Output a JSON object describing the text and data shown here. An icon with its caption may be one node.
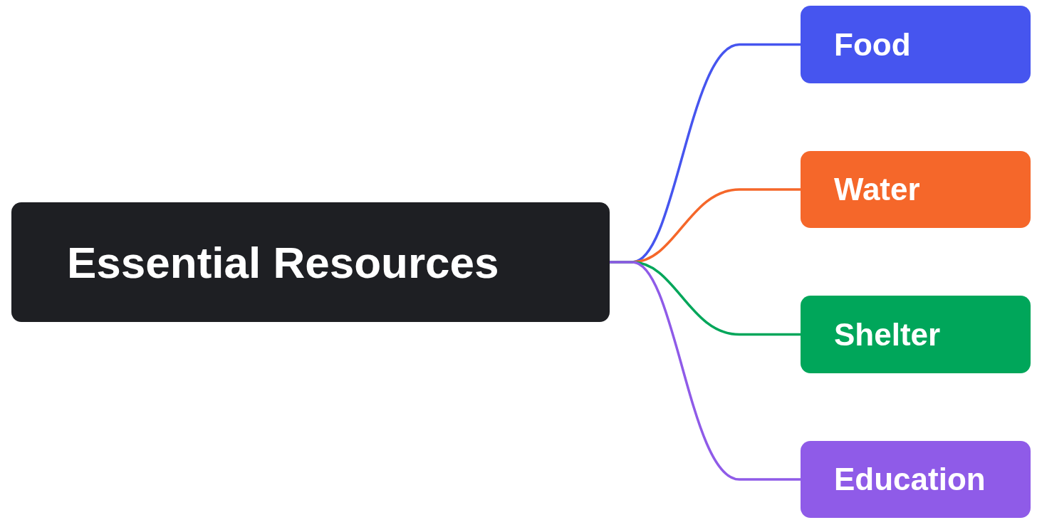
{
  "diagram": {
    "nodes": [
      {
        "text": [
          "Essential Resources"
        ]
      },
      {
        "text": [
          "Food"
        ]
      },
      {
        "text": [
          "Water"
        ]
      },
      {
        "text": [
          "Shelter"
        ]
      },
      {
        "text": [
          "Education"
        ]
      }
    ],
    "edges": [
      {
        "from": 0,
        "to": 1,
        "arrow": "none",
        "color": "#4655ef"
      },
      {
        "from": 0,
        "to": 2,
        "arrow": "none",
        "color": "#f5672a"
      },
      {
        "from": 0,
        "to": 3,
        "arrow": "none",
        "color": "#00a65a"
      },
      {
        "from": 0,
        "to": 4,
        "arrow": "none",
        "color": "#8f5be8"
      }
    ]
  }
}
